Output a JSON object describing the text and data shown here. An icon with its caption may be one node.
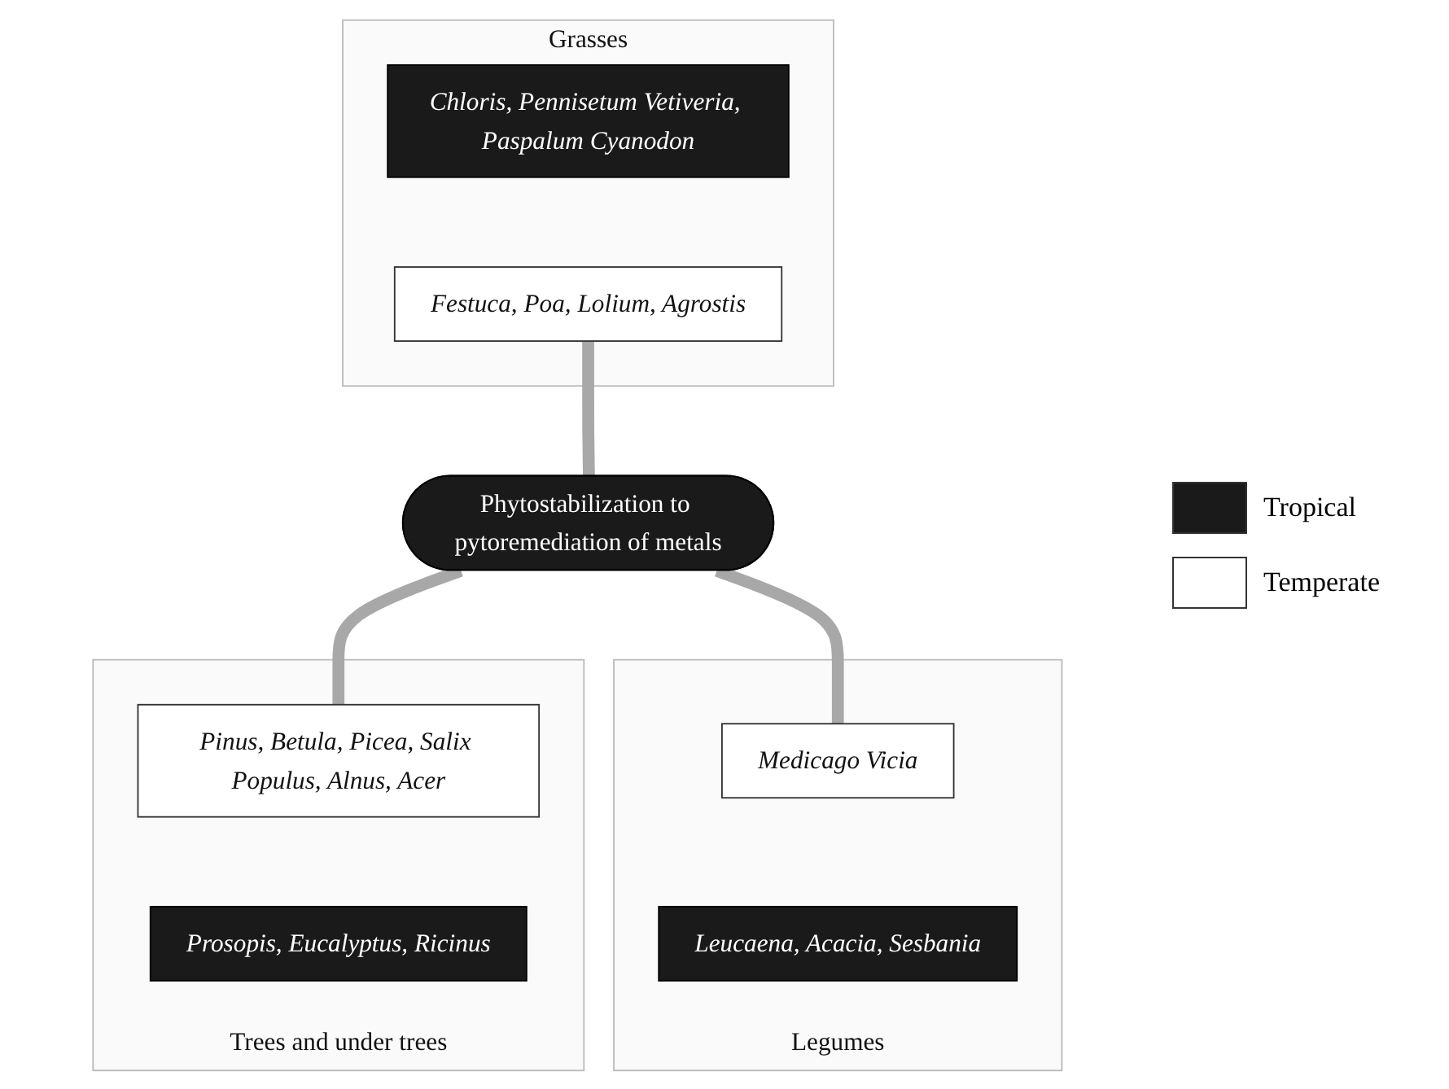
{
  "diagram": {
    "nodes": [
      {
        "text": [
          "Grasses"
        ]
      },
      {
        "text": [
          "Chloris, Pennisetum Vetiveria, Paspalum Cyanodon"
        ],
        "in": 0
      },
      {
        "text": [
          "Festuca, Poa, Lolium, Agrostis"
        ],
        "in": 0
      },
      {
        "text": [
          "Phytostabilization to pytoremediation of metals"
        ]
      },
      {
        "text": [
          "Legumes"
        ]
      },
      {
        "text": [
          "Medicago Vicia"
        ],
        "in": 4
      },
      {
        "text": [
          "Leucaena, Acacia, Sesbania"
        ],
        "in": 4
      },
      {
        "text": [
          "Trees and under trees"
        ]
      },
      {
        "text": [
          "Pinus, Betula, Picea, Salix Populus, Alnus, Acer"
        ],
        "in": 7
      },
      {
        "text": [
          "Prosopis, Eucalyptus, Ricinus"
        ],
        "in": 7
      }
    ],
    "edges": [
      {
        "from": 2,
        "to": 3,
        "arrow": "none"
      },
      {
        "from": 3,
        "to": 5,
        "arrow": "none"
      },
      {
        "from": 3,
        "to": 8,
        "arrow": "none"
      }
    ],
    "legend": [
      {
        "text": "Tropical",
        "color": "#1a1a1a"
      },
      {
        "text": "Temperate",
        "color": "#ffffff"
      }
    ]
  }
}
